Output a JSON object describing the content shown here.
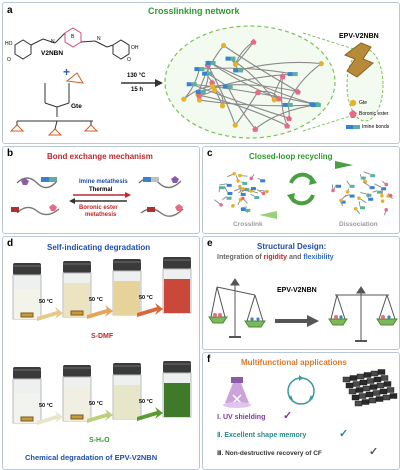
{
  "panel_a": {
    "label": "a",
    "title": "Crosslinking network",
    "monomer1": "V2NBN",
    "monomer2": "Gte",
    "plus": "+",
    "condition_temp": "130 °C",
    "condition_time": "15 h",
    "product": "EPV-V2NBN",
    "legend": {
      "gte": "Gte",
      "boronic": "Boronic ester",
      "imine": "Imine bonds"
    },
    "chem": {
      "ho": "HO",
      "o": "O",
      "n": "N",
      "b": "B",
      "oh": "OH"
    }
  },
  "panel_b": {
    "label": "b",
    "title": "Bond exchange mechanism",
    "imine": "Imine metathesis",
    "thermal": "Thermal",
    "boronic_line1": "Boronic ester",
    "boronic_line2": "metathesis"
  },
  "panel_c": {
    "label": "c",
    "title": "Closed-loop recycling",
    "left_caption": "Crosslink",
    "right_caption": "Dissociation"
  },
  "panel_d": {
    "label": "d",
    "title": "Self-indicating degradation",
    "temp1": "50 °C",
    "temp2": "50 °C",
    "temp3": "50 °C",
    "solvent1": "S-DMF",
    "temp4": "50 °C",
    "temp5": "50 °C",
    "temp6": "50 °C",
    "solvent2": "S-H₂O",
    "caption": "Chemical degradation of EPV-V2NBN"
  },
  "panel_e": {
    "label": "e",
    "title": "Structural Design:",
    "subtitle_pre": "Integration of ",
    "rigidity": "rigidity",
    "and": " and ",
    "flexibility": "flexibility",
    "material": "EPV-V2NBN"
  },
  "panel_f": {
    "label": "f",
    "title": "Multifunctional applications",
    "item1": "Ⅰ. UV shielding",
    "item2": "Ⅱ. Excellent shape memory",
    "item3": "Ⅲ. Non-destructive recovery of CF",
    "check": "✓"
  },
  "colors": {
    "title_green": "#2e9a2e",
    "title_red": "#c0282a",
    "title_blue": "#1f4fa8",
    "title_orange": "#e0762a",
    "imine_blue": "#3b80d0",
    "boronic_pink": "#e86a86",
    "gte_yellow": "#e6b22a",
    "chain_gray": "#8a8a8a"
  }
}
